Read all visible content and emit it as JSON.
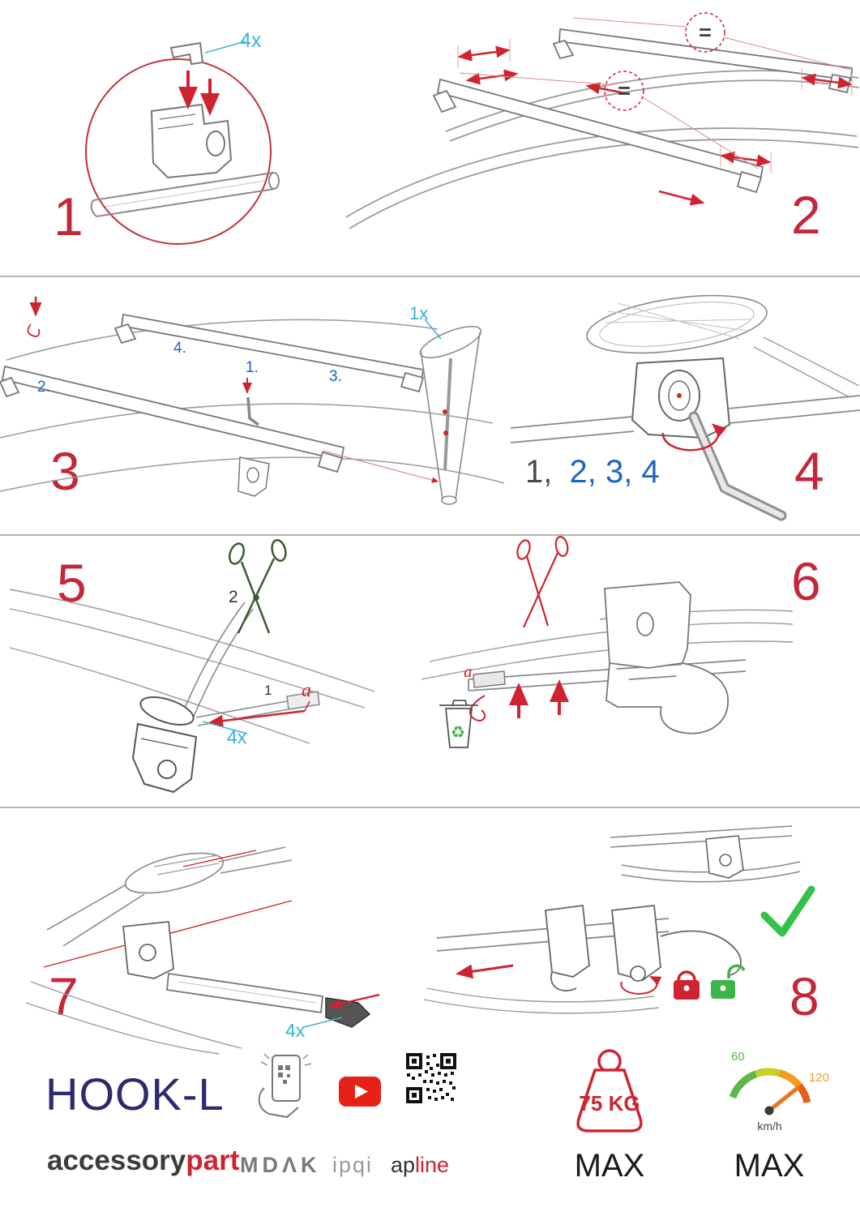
{
  "colors": {
    "accent_red": "#cf2430",
    "accent_cyan": "#35b4d6",
    "accent_blue": "#1e62c8",
    "accent_green": "#35c24a",
    "navy": "#2d2a6e"
  },
  "icons": {
    "recycle": "♻"
  },
  "steps": {
    "s1": {
      "number": "1",
      "qty": "4x"
    },
    "s2": {
      "number": "2",
      "equal_top": "=",
      "equal_mid": "="
    },
    "s3": {
      "number": "3",
      "qty": "1x",
      "m1": "1.",
      "m2": "2.",
      "m3": "3.",
      "m4": "4."
    },
    "s4": {
      "number": "4",
      "seq_done": "1,",
      "seq_todo": "2, 3, 4"
    },
    "s5": {
      "number": "5",
      "cut_label": "2",
      "strap_label": "1",
      "a_label": "a",
      "qty": "4x"
    },
    "s6": {
      "number": "6",
      "a_label": "a"
    },
    "s7": {
      "number": "7",
      "qty": "4x"
    },
    "s8": {
      "number": "8"
    }
  },
  "footer": {
    "product": "HOOK-L",
    "brand_name": "accessory",
    "brand_suffix": "part",
    "logo_mdak": "MDΛK",
    "logo_ipqi": "ipqi",
    "logo_ap": "ap",
    "logo_line": "line",
    "weight_value": "75 KG",
    "weight_max": "MAX",
    "speed_min": "60",
    "speed_max_value": "120",
    "speed_unit": "km/h",
    "speed_max": "MAX"
  }
}
